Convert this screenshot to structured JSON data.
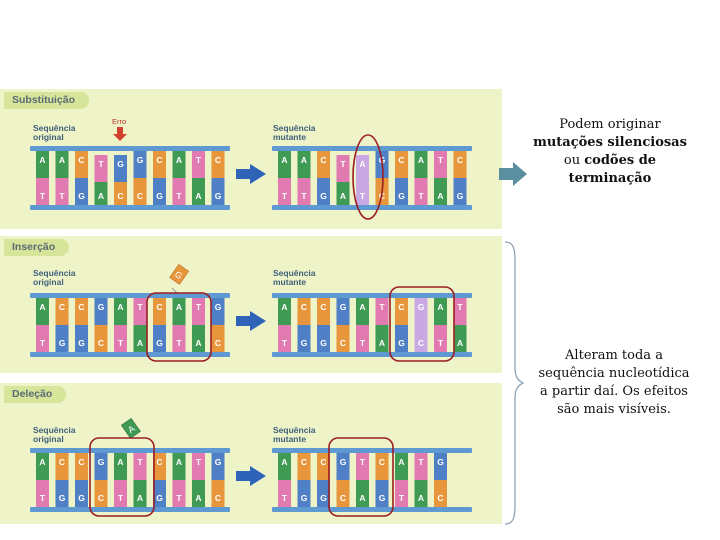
{
  "colors": {
    "A": "#3f9a54",
    "T": "#e07ab0",
    "C": "#e8963b",
    "G": "#4f7fc5",
    "mutant_highlight": "#c9a8e3",
    "backbone": "#5e9ad1",
    "panel_bg": "#eef3c8",
    "tab_bg": "#d7e59a",
    "circle": "#9b1d24",
    "arrow_blue": "#2f63b8",
    "side_arrow": "#5b8fa0"
  },
  "panels": {
    "substituicao": {
      "title": "Substituição",
      "original_label_1": "Sequência",
      "original_label_2": "original",
      "mutant_label_1": "Sequência",
      "mutant_label_2": "mutante",
      "error_label": "Erro",
      "original_top": [
        "A",
        "A",
        "C",
        "T",
        "G",
        "G",
        "C",
        "A",
        "T",
        "C"
      ],
      "original_bottom": [
        "T",
        "T",
        "G",
        "A",
        "C",
        "C",
        "G",
        "T",
        "A",
        "G"
      ],
      "mutant_top": [
        "A",
        "A",
        "C",
        "T",
        "A",
        "G",
        "C",
        "A",
        "T",
        "C"
      ],
      "mutant_bottom": [
        "T",
        "T",
        "G",
        "A",
        "T",
        "C",
        "G",
        "T",
        "A",
        "G"
      ]
    },
    "insercao": {
      "title": "Inserção",
      "original_label_1": "Sequência",
      "original_label_2": "original",
      "mutant_label_1": "Sequência",
      "mutant_label_2": "mutante",
      "inserted_base": "G",
      "original_top": [
        "A",
        "C",
        "C",
        "G",
        "A",
        "T",
        "C",
        "A",
        "T",
        "G"
      ],
      "original_bottom": [
        "T",
        "G",
        "G",
        "C",
        "T",
        "A",
        "G",
        "T",
        "A",
        "C"
      ],
      "mutant_top": [
        "A",
        "C",
        "C",
        "G",
        "A",
        "T",
        "C",
        "G",
        "A",
        "T"
      ],
      "mutant_bottom": [
        "T",
        "G",
        "G",
        "C",
        "T",
        "A",
        "G",
        "C",
        "T",
        "A"
      ]
    },
    "delecao": {
      "title": "Deleção",
      "original_label_1": "Sequência",
      "original_label_2": "original",
      "mutant_label_1": "Sequência",
      "mutant_label_2": "mutante",
      "deleted_base": "A",
      "original_top": [
        "A",
        "C",
        "C",
        "G",
        "A",
        "T",
        "C",
        "A",
        "T",
        "G"
      ],
      "original_bottom": [
        "T",
        "G",
        "G",
        "C",
        "T",
        "A",
        "G",
        "T",
        "A",
        "C"
      ],
      "mutant_top": [
        "A",
        "C",
        "C",
        "G",
        "T",
        "C",
        "A",
        "T",
        "G"
      ],
      "mutant_bottom": [
        "T",
        "G",
        "G",
        "C",
        "A",
        "G",
        "T",
        "A",
        "C"
      ]
    }
  },
  "notes": {
    "substitution_line1": "Podem originar",
    "substitution_line2": "mutações silenciosas",
    "substitution_line3a": "ou",
    "substitution_line3b": "codões de",
    "substitution_line4": "terminação",
    "frameshift_line1": "Alteram toda a",
    "frameshift_line2": "sequência nucleotídica",
    "frameshift_line3": "a partir daí. Os efeitos",
    "frameshift_line4": "são mais visíveis."
  }
}
